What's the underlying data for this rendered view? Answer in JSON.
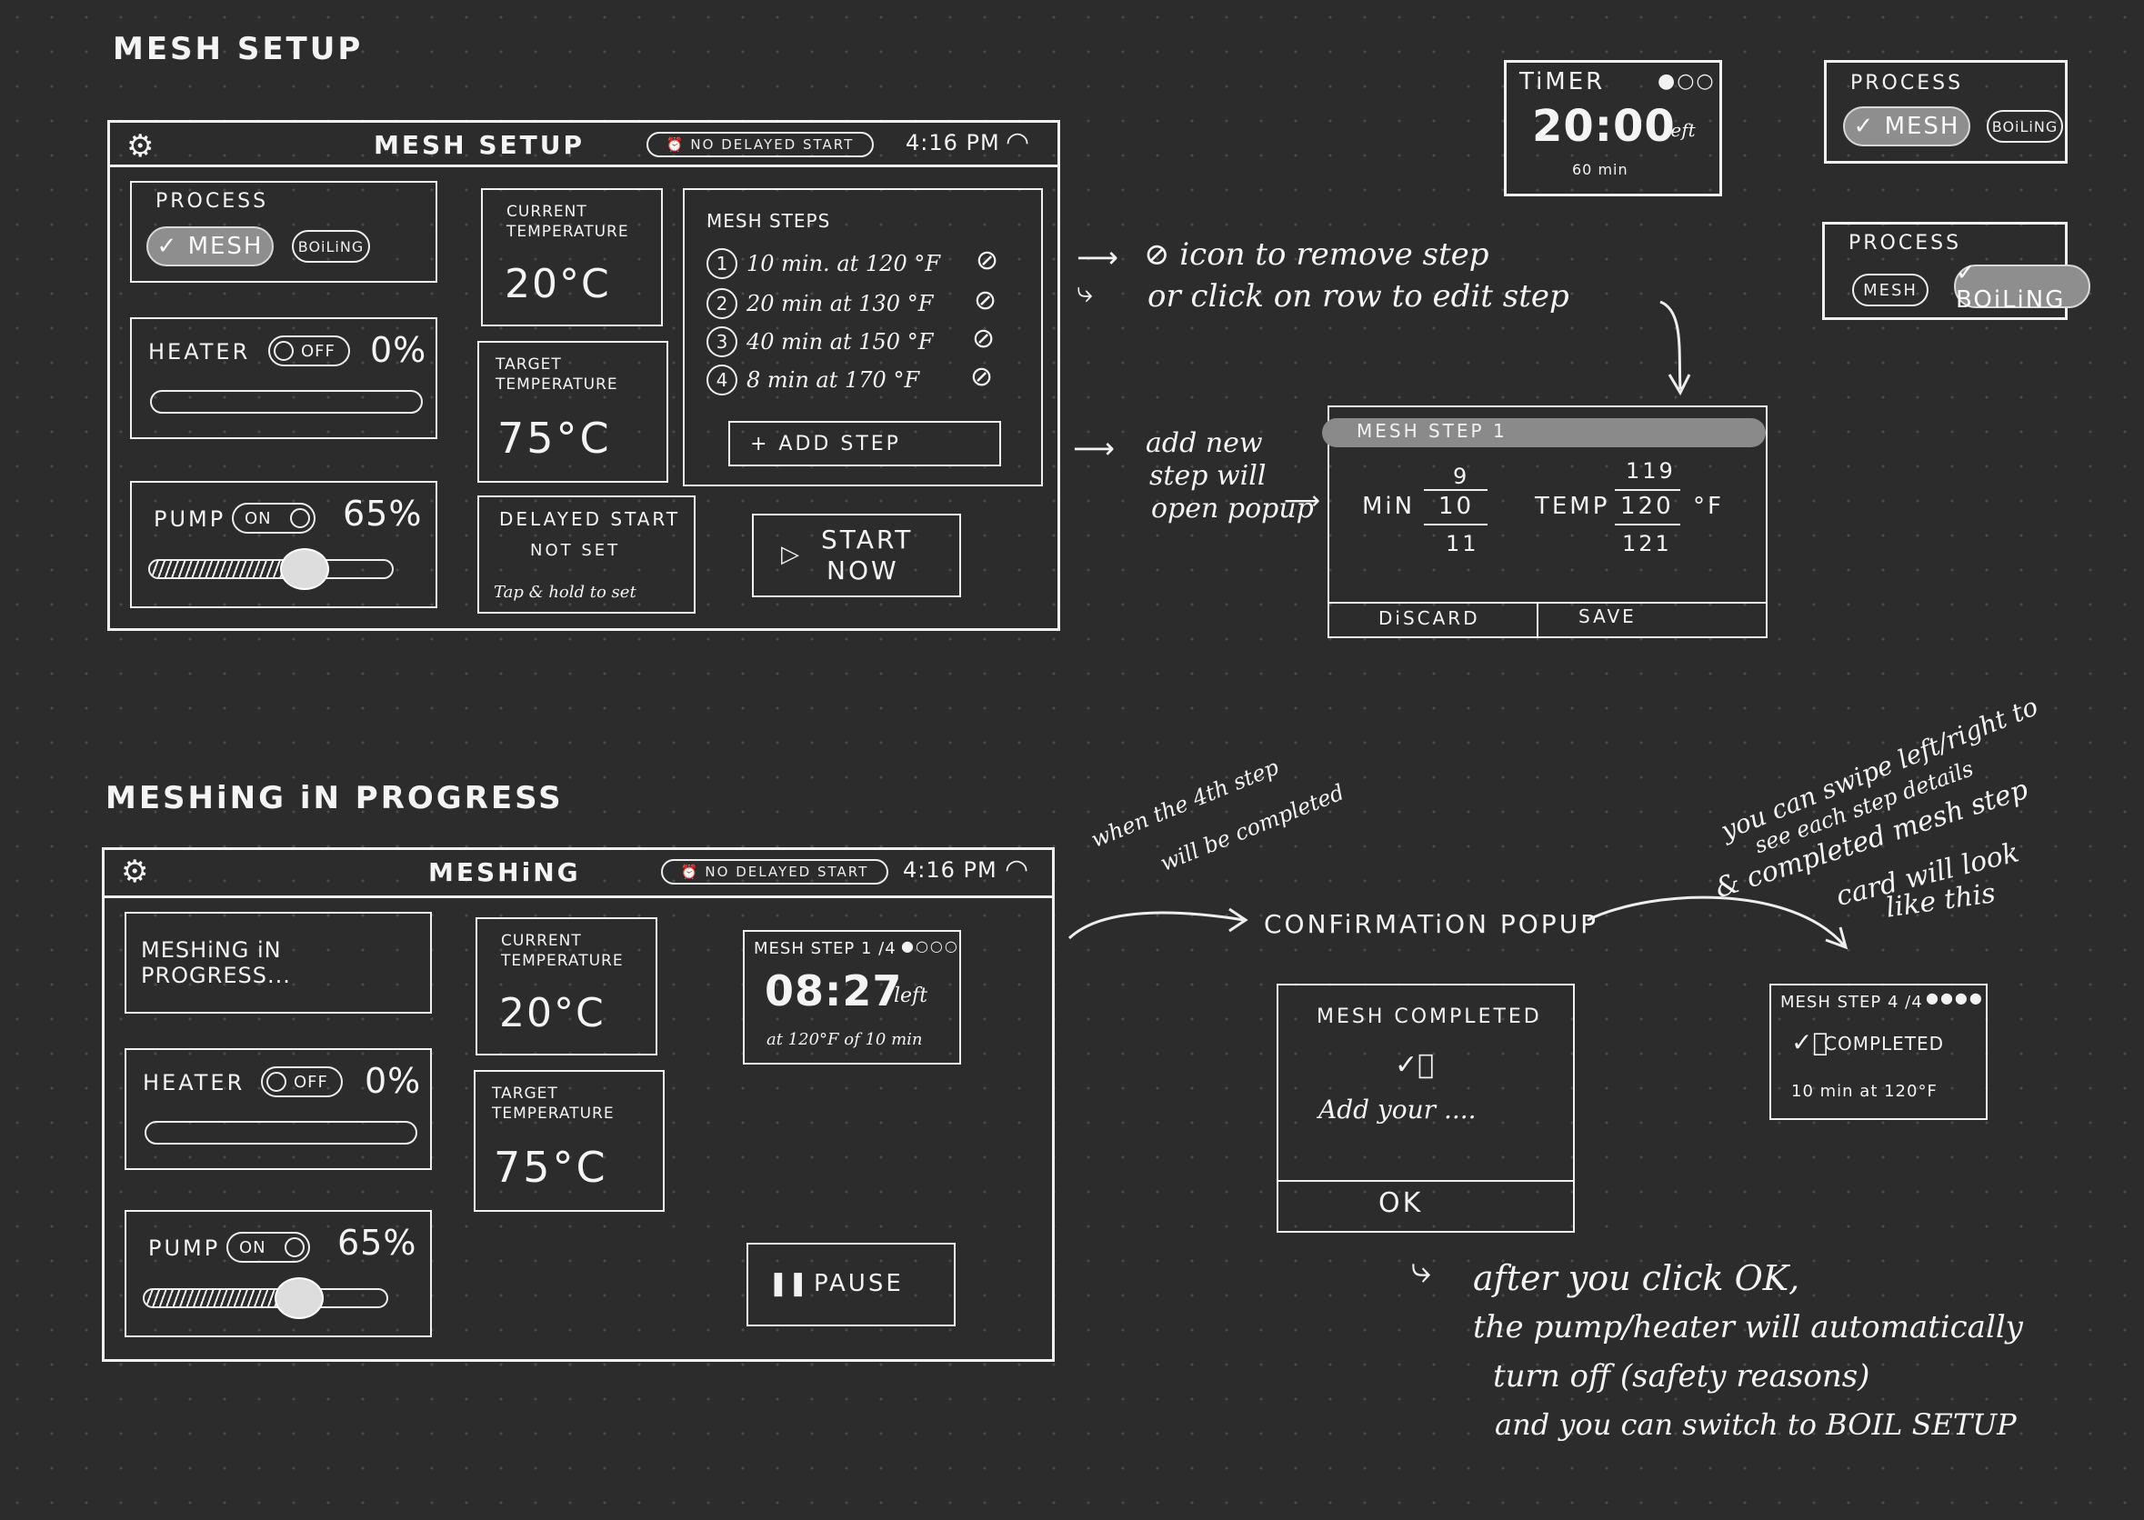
{
  "section1": {
    "title": "MESH SETUP"
  },
  "screen1": {
    "header": {
      "title": "MESH SETUP",
      "delay": "NO DELAYED START",
      "time": "4:16 PM"
    },
    "process": {
      "label": "PROCESS",
      "mesh": "✓ MESH",
      "boiling": "BOiLiNG"
    },
    "heater": {
      "label": "HEATER",
      "toggle": "OFF",
      "value": "0%"
    },
    "pump": {
      "label": "PUMP",
      "toggle": "ON",
      "value": "65%",
      "level": 0.65
    },
    "current_temp": {
      "label_1": "CURRENT",
      "label_2": "TEMPERATURE",
      "value": "20°C"
    },
    "target_temp": {
      "label_1": "TARGET",
      "label_2": "TEMPERATURE",
      "value": "75°C"
    },
    "delayed": {
      "title": "DELAYED START",
      "status": "NOT SET",
      "hint": "Tap & hold to set"
    },
    "steps": {
      "title": "MESH STEPS",
      "items": [
        {
          "n": "1",
          "text": "10 min. at 120 °F"
        },
        {
          "n": "2",
          "text": "20 min at 130 °F"
        },
        {
          "n": "3",
          "text": "40 min at 150 °F"
        },
        {
          "n": "4",
          "text": "8 min at 170 °F"
        }
      ],
      "add": "+ ADD STEP"
    },
    "start": {
      "line1": "START",
      "line2": "NOW"
    }
  },
  "timer_card": {
    "title": "TiMER",
    "time": "20:00",
    "left": "left",
    "sub": "60 min"
  },
  "process_card_a": {
    "label": "PROCESS",
    "mesh": "✓ MESH",
    "boiling": "BOiLiNG"
  },
  "process_card_b": {
    "label": "PROCESS",
    "mesh": "MESH",
    "boiling": "✓ BOiLiNG"
  },
  "notes": {
    "remove_1": "⊘ icon to remove step",
    "remove_2": "or click on row to edit step",
    "add_1": "add new",
    "add_2": "step will",
    "add_3": "open popup"
  },
  "popup_step": {
    "title": "MESH STEP 1",
    "min_label": "MiN",
    "min_values": [
      "9",
      "10",
      "11"
    ],
    "temp_label": "TEMP",
    "temp_values": [
      "119",
      "120",
      "121"
    ],
    "unit": "°F",
    "discard": "DiSCARD",
    "save": "SAVE"
  },
  "section2": {
    "title": "MESHiNG iN PROGRESS"
  },
  "screen2": {
    "header": {
      "title": "MESHiNG",
      "delay": "NO DELAYED START",
      "time": "4:16 PM"
    },
    "status": "MESHiNG iN PROGRESS...",
    "heater": {
      "label": "HEATER",
      "toggle": "OFF",
      "value": "0%"
    },
    "pump": {
      "label": "PUMP",
      "toggle": "ON",
      "value": "65%",
      "level": 0.65
    },
    "current_temp": {
      "label_1": "CURRENT",
      "label_2": "TEMPERATURE",
      "value": "20°C"
    },
    "target_temp": {
      "label_1": "TARGET",
      "label_2": "TEMPERATURE",
      "value": "75°C"
    },
    "step_card": {
      "title": "MESH STEP 1 /4",
      "time": "08:27",
      "left": "left",
      "sub": "at 120°F of 10 min"
    },
    "pause": "PAUSE"
  },
  "notes2": {
    "fourth_1": "when the 4th step",
    "fourth_2": "will be completed",
    "confirm": "CONFiRMATiON POPUP",
    "swipe_1": "you can swipe left/right to",
    "swipe_2": "see each step details",
    "swipe_3": "& completed mesh step",
    "swipe_4": "card will look",
    "swipe_5": "like this",
    "after_1": "after you click OK,",
    "after_2": "the pump/heater will automatically",
    "after_3": "turn off (safety reasons)",
    "after_4": "and you can switch to BOIL SETUP"
  },
  "confirm_popup": {
    "title": "MESH COMPLETED",
    "body": "Add your ....",
    "ok": "OK"
  },
  "completed_card": {
    "title": "MESH STEP 4 /4",
    "status": "COMPLETED",
    "sub": "10 min at 120°F"
  }
}
